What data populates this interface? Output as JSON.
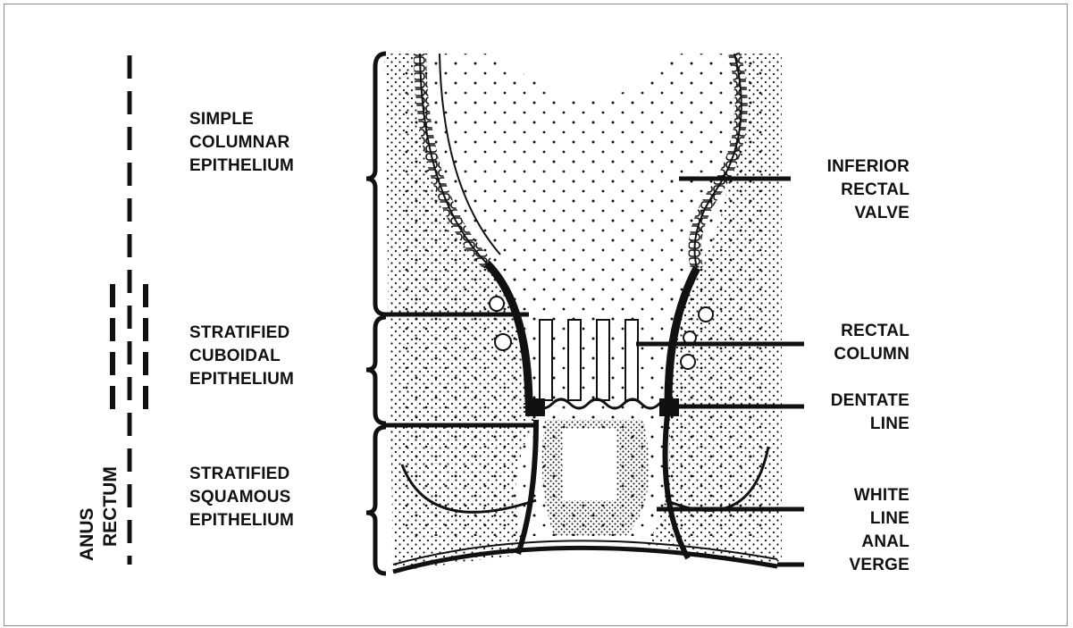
{
  "diagram": {
    "left_labels": {
      "simple_columnar": "SIMPLE\nCOLUMNAR\nEPITHELIUM",
      "stratified_cuboidal": "STRATIFIED\nCUBOIDAL\nEPITHELIUM",
      "stratified_squamous": "STRATIFIED\nSQUAMOUS\nEPITHELIUM"
    },
    "right_labels": {
      "inferior_rectal_valve": "INFERIOR\nRECTAL\nVALVE",
      "rectal_column": "RECTAL\nCOLUMN",
      "dentate_line": "DENTATE\nLINE",
      "white_line": "WHITE\nLINE",
      "anal_verge": "ANAL\nVERGE"
    },
    "vertical_labels": {
      "anus": "ANUS",
      "rectum": "RECTUM"
    },
    "colors": {
      "ink": "#111111",
      "frame": "#8a8a8a",
      "background": "#ffffff"
    }
  }
}
